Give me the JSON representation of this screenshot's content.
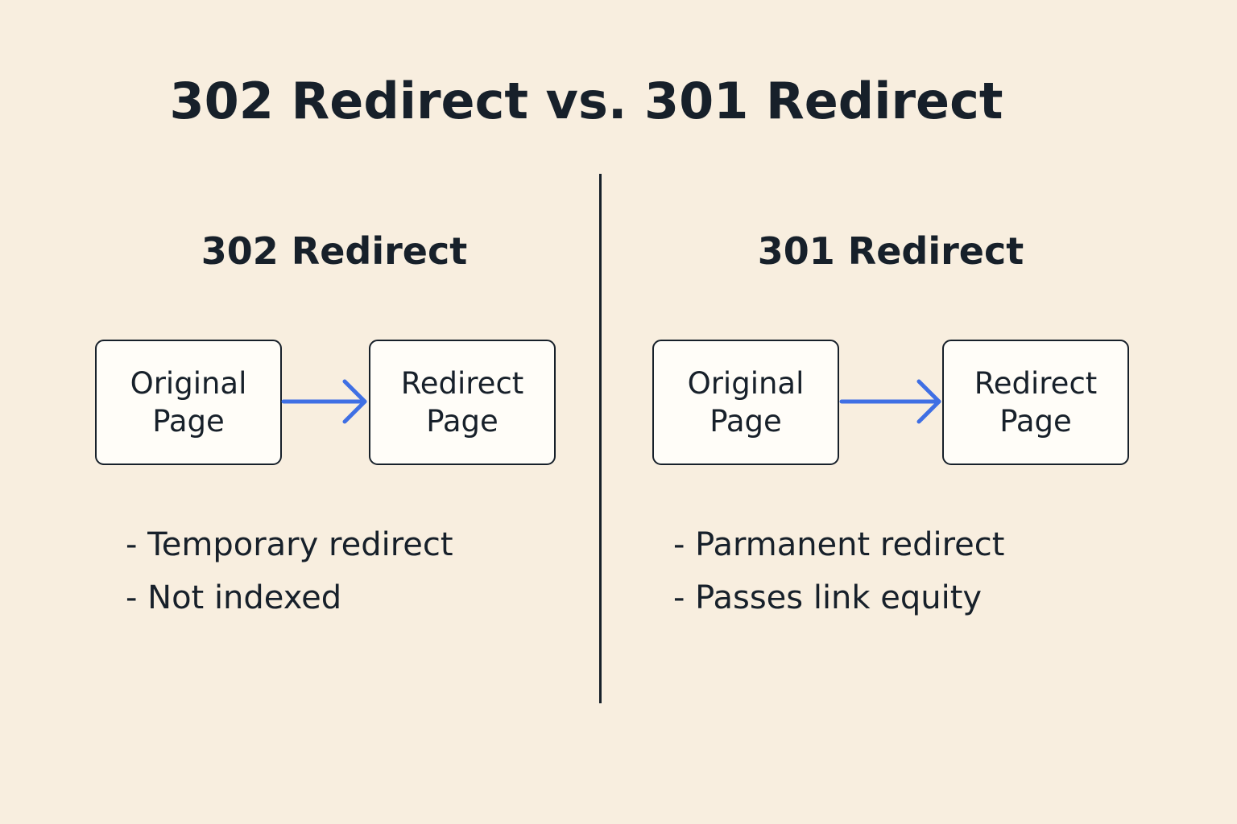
{
  "title": "302 Redirect vs. 301 Redirect",
  "panels": [
    {
      "heading": "302 Redirect",
      "source_box": [
        "Original",
        "Page"
      ],
      "target_box": [
        "Redirect",
        "Page"
      ],
      "bullets": [
        "- Temporary redirect",
        "- Not indexed"
      ]
    },
    {
      "heading": "301 Redirect",
      "source_box": [
        "Original",
        "Page"
      ],
      "target_box": [
        "Redirect",
        "Page"
      ],
      "bullets": [
        "- Parmanent redirect",
        "- Passes link equity"
      ]
    }
  ],
  "colors": {
    "background": "#f8eedf",
    "text": "#17202a",
    "arrow": "#3f6fe4",
    "box_fill": "#fffdf8"
  }
}
